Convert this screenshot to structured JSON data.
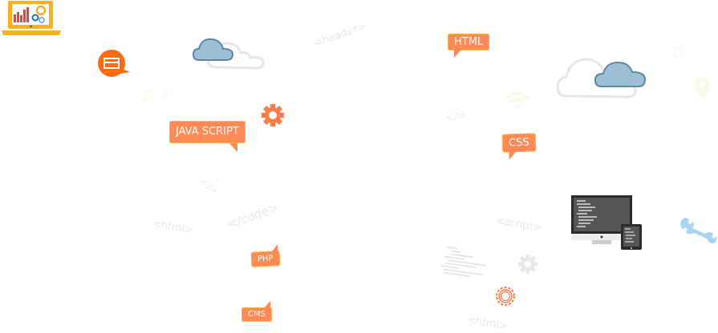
{
  "bubbles": {
    "javascript": "JAVA SCRIPT",
    "html": "HTML",
    "css": "CSS",
    "php": "PHP",
    "cms": "CMS"
  },
  "code_tags": {
    "header": "<header>",
    "html_left": "<html>",
    "code_close": "</code>",
    "slash_left": "</>",
    "slash_right": "</>",
    "script": "<script>",
    "html_bottom": "<html>"
  },
  "icons": [
    "laptop-analytics-icon",
    "credit-card-chat-icon",
    "cloud-icon",
    "music-note-icon",
    "gear-icon",
    "wifi-icon",
    "location-pin-icon",
    "desktop-tablet-icon",
    "wrench-icon",
    "code-lines-icon",
    "cog-outline-icon"
  ],
  "colors": {
    "orange": "#ff8a55",
    "orange_dark": "#ff6a13",
    "yellow": "#fbb117",
    "cloud_blue": "#9dc0d4",
    "cloud_stroke": "#5f87a6",
    "wrench_blue": "#a8d4f2",
    "faint_gray": "#e9e9e9",
    "faint_yellow": "#fbfbe8"
  }
}
